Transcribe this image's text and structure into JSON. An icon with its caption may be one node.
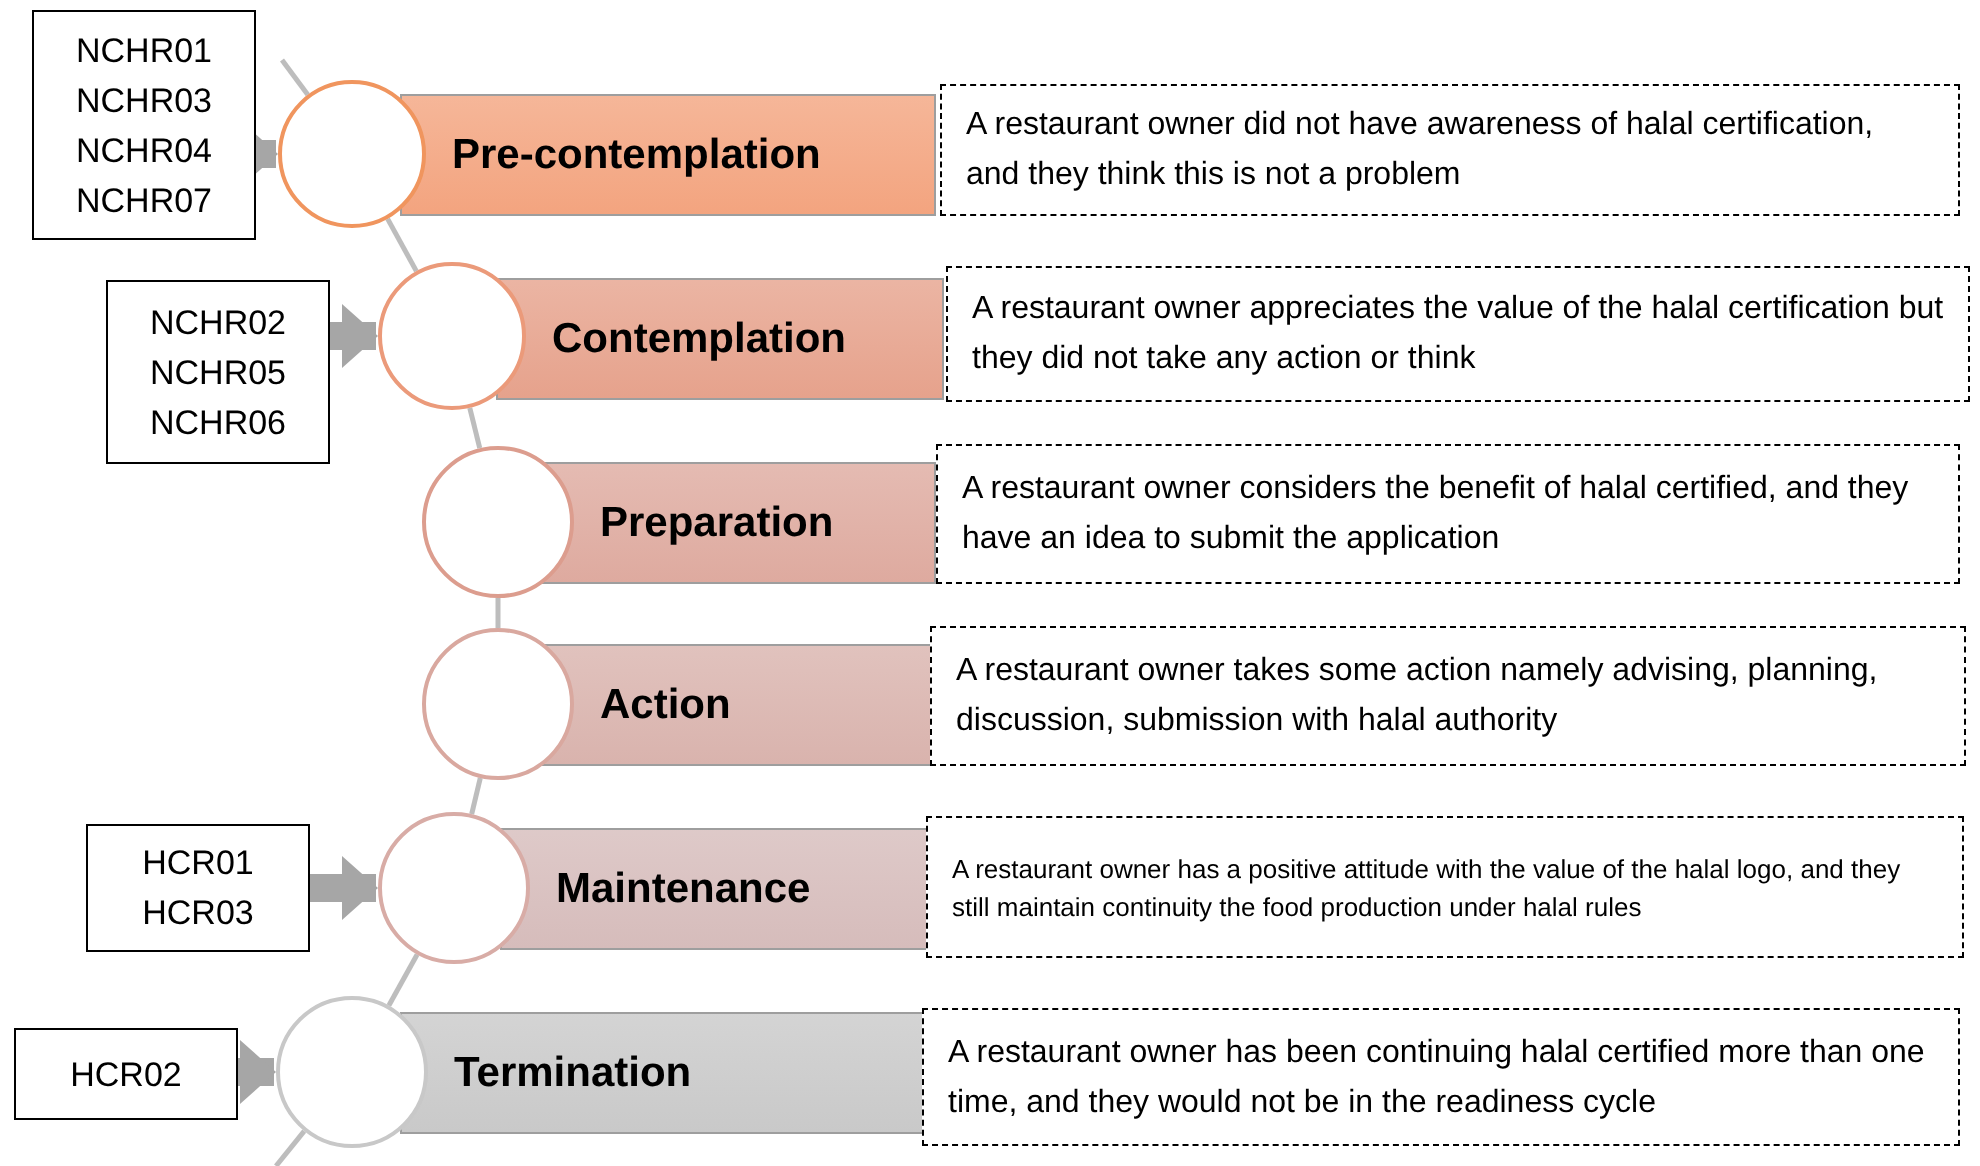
{
  "diagram": {
    "nodes": [
      {
        "text": [
          "NCHR01",
          "NCHR03",
          "NCHR04",
          "NCHR07"
        ]
      },
      {
        "text": [],
        "shape": "circle"
      },
      {
        "text": [
          "Pre-contemplation"
        ]
      },
      {
        "text": [
          "A restaurant owner did not have awareness of halal certification, and they think this is not a problem"
        ]
      },
      {
        "text": [
          "NCHR02",
          "NCHR05",
          "NCHR06"
        ]
      },
      {
        "text": [],
        "shape": "circle"
      },
      {
        "text": [
          "Contemplation"
        ]
      },
      {
        "text": [
          "A restaurant owner appreciates the value of the halal certification but they did not take any action or think"
        ]
      },
      {
        "text": [],
        "shape": "circle"
      },
      {
        "text": [
          "Preparation"
        ]
      },
      {
        "text": [
          "A restaurant owner considers the benefit of halal certified, and they have an idea to submit the application"
        ]
      },
      {
        "text": [],
        "shape": "circle"
      },
      {
        "text": [
          "Action"
        ]
      },
      {
        "text": [
          "A restaurant owner takes some action namely advising, planning, discussion, submission with halal authority"
        ]
      },
      {
        "text": [
          "HCR01",
          "HCR03"
        ]
      },
      {
        "text": [],
        "shape": "circle"
      },
      {
        "text": [
          "Maintenance"
        ]
      },
      {
        "text": [
          "A restaurant owner has a positive attitude with the value of the halal logo, and they still maintain continuity the food production under halal rules"
        ]
      },
      {
        "text": [
          "HCR02"
        ]
      },
      {
        "text": [],
        "shape": "circle"
      },
      {
        "text": [
          "Termination"
        ]
      },
      {
        "text": [
          "A restaurant owner has been continuing halal certified more than one time, and they would not be in the readiness cycle"
        ]
      }
    ],
    "edges": [
      {
        "from": 0,
        "to": 1,
        "arrow": "to",
        "style": "thick",
        "color": "#a6a6a6"
      },
      {
        "from": 4,
        "to": 5,
        "arrow": "to",
        "style": "thick",
        "color": "#a6a6a6"
      },
      {
        "from": 14,
        "to": 15,
        "arrow": "to",
        "style": "thick",
        "color": "#a6a6a6"
      },
      {
        "from": 18,
        "to": 19,
        "arrow": "to",
        "style": "thick",
        "color": "#a6a6a6"
      },
      {
        "from": null,
        "to": 1,
        "arrow": "none"
      },
      {
        "from": 1,
        "to": 5,
        "arrow": "none"
      },
      {
        "from": 5,
        "to": 8,
        "arrow": "none"
      },
      {
        "from": 8,
        "to": 11,
        "arrow": "none"
      },
      {
        "from": 11,
        "to": 15,
        "arrow": "none"
      },
      {
        "from": 15,
        "to": 19,
        "arrow": "none"
      },
      {
        "from": 19,
        "to": null,
        "arrow": "none"
      }
    ]
  }
}
